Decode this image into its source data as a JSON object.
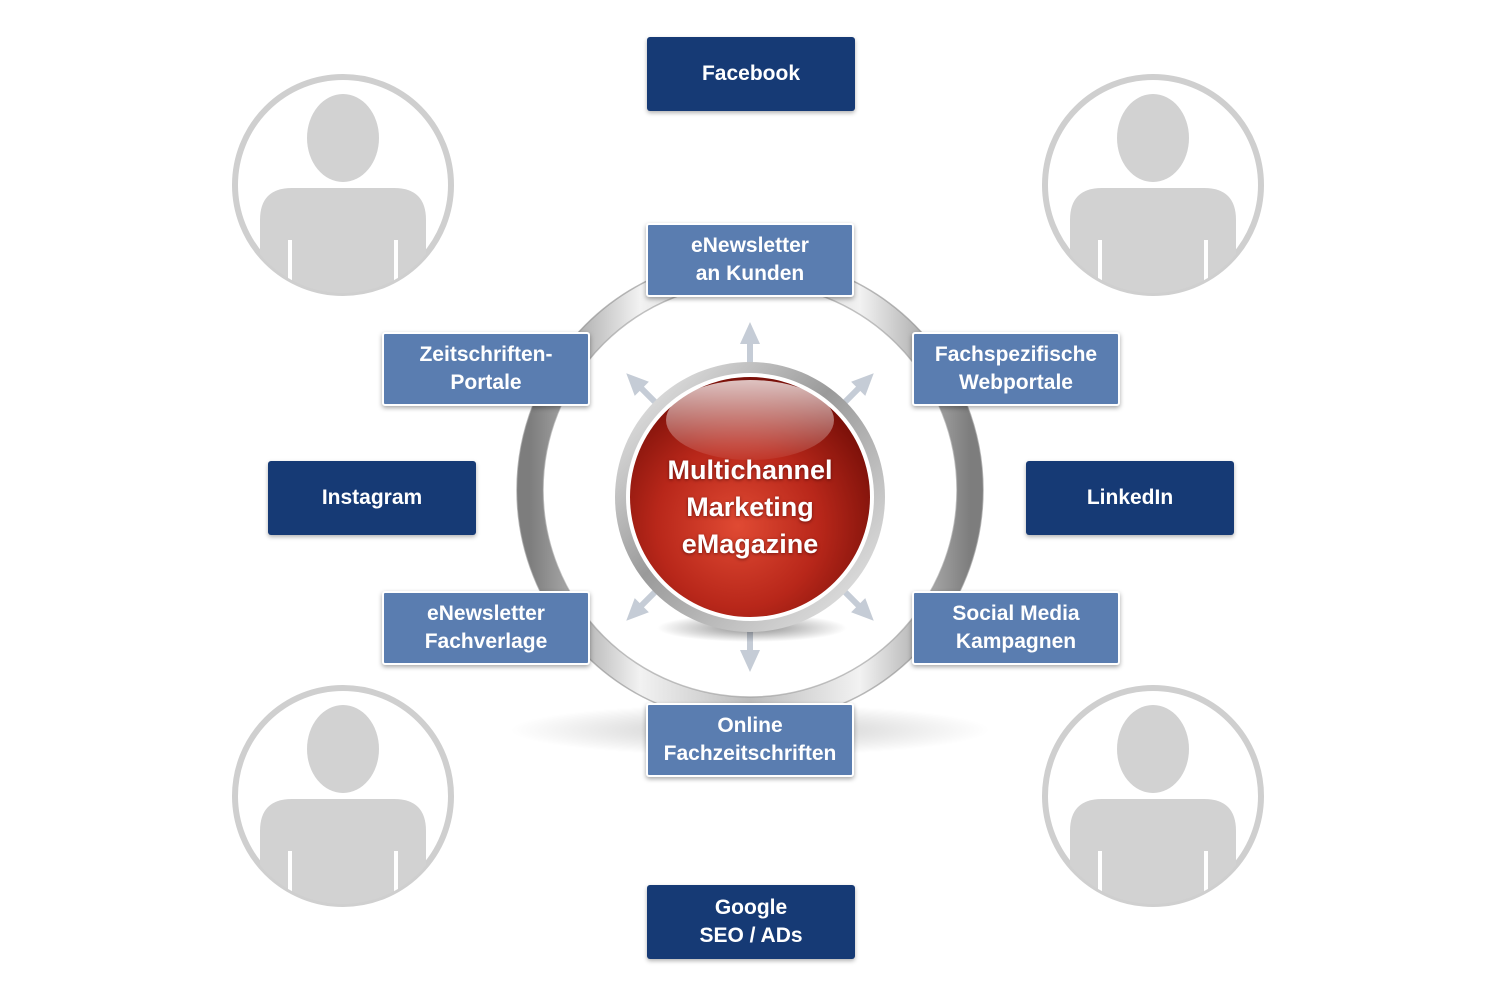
{
  "center": {
    "label": "Multichannel\nMarketing\neMagazine"
  },
  "channels": {
    "facebook": "Facebook",
    "instagram": "Instagram",
    "linkedin": "LinkedIn",
    "google": "Google\nSEO / ADs",
    "enewsletter_kunden": "eNewsletter\nan Kunden",
    "zeitschriften_portale": "Zeitschriften-\nPortale",
    "fachspezifische_webportale": "Fachspezifische\nWebportale",
    "enewsletter_fachverlage": "eNewsletter\nFachverlage",
    "social_media_kampagnen": "Social Media\nKampagnen",
    "online_fachzeitschriften": "Online\nFachzeitschriften"
  },
  "colors": {
    "dark_box": "#163a75",
    "light_box": "#5a7db0",
    "center_sphere": "#b22418",
    "avatar_gray": "#d0d0d0",
    "ring_silver": "#c8c8c8"
  },
  "icons": {
    "user_avatar": "user-silhouette-icon",
    "arrow": "arrow-icon"
  }
}
